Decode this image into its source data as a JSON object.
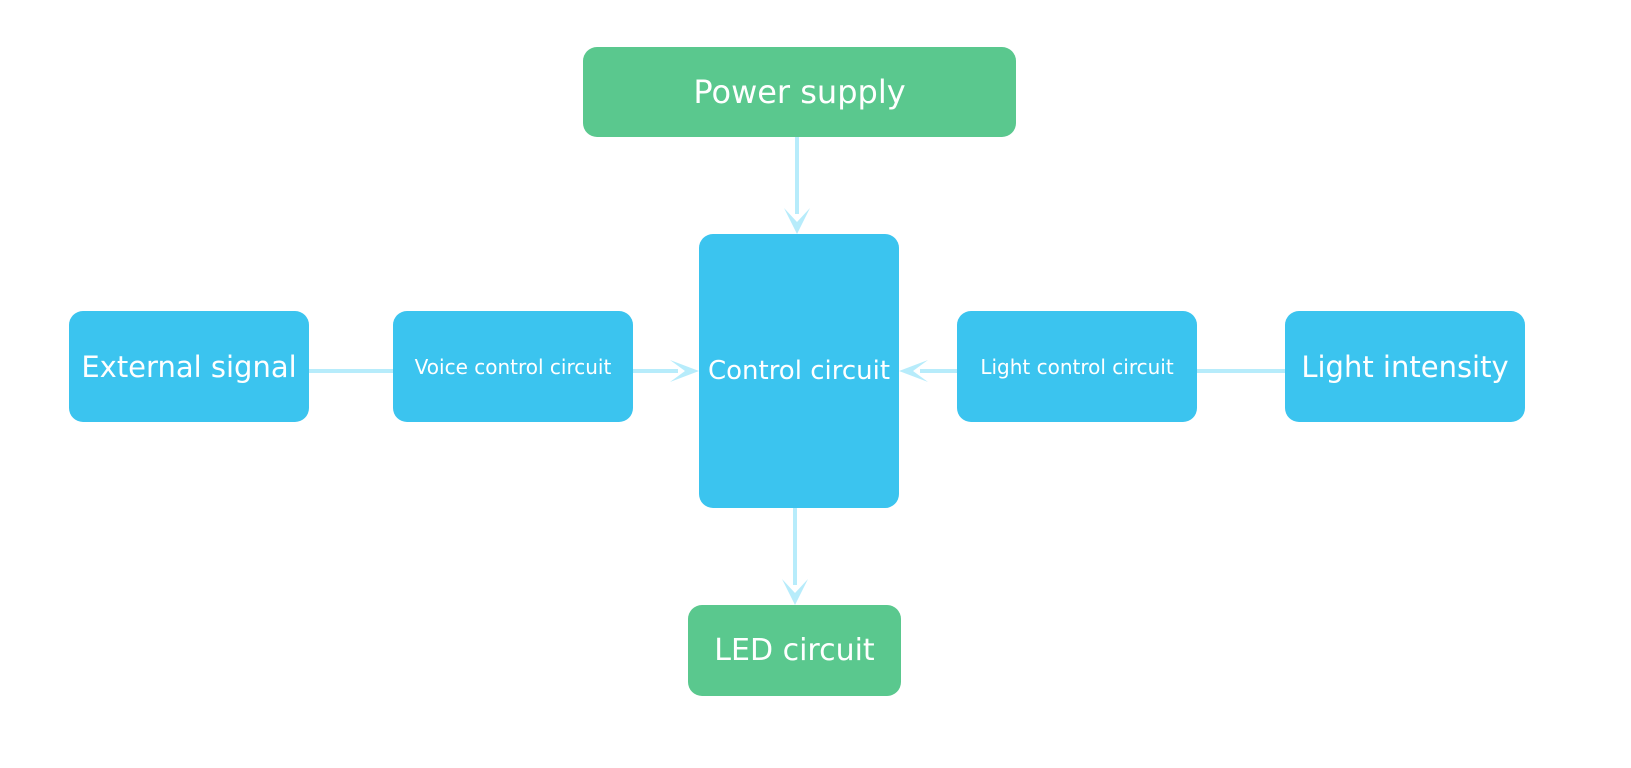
{
  "colors": {
    "green_node": "#5ac88e",
    "blue_node": "#3bc4ef",
    "connector": "#b7ecfb",
    "text": "#ffffff"
  },
  "nodes": {
    "power_supply": "Power supply",
    "control_circuit": "Control circuit",
    "external_signal": "External signal",
    "voice_control_circuit": "Voice control circuit",
    "light_control_circuit": "Light control circuit",
    "light_intensity": "Light intensity",
    "led_circuit": "LED circuit"
  },
  "edges": [
    {
      "from": "power_supply",
      "to": "control_circuit",
      "arrow": true
    },
    {
      "from": "external_signal",
      "to": "voice_control_circuit",
      "arrow": false
    },
    {
      "from": "voice_control_circuit",
      "to": "control_circuit",
      "arrow": true
    },
    {
      "from": "light_intensity",
      "to": "light_control_circuit",
      "arrow": false
    },
    {
      "from": "light_control_circuit",
      "to": "control_circuit",
      "arrow": true
    },
    {
      "from": "control_circuit",
      "to": "led_circuit",
      "arrow": true
    }
  ]
}
